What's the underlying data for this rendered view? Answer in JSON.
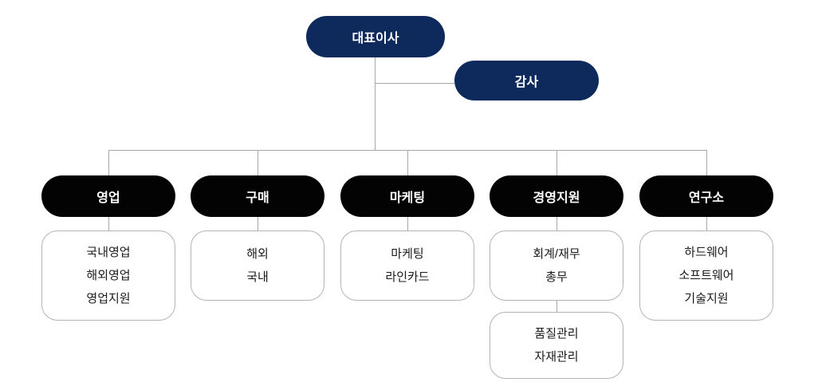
{
  "title": "organization-chart",
  "colors": {
    "navy_box": "#0e2a5c",
    "black_box": "#030303",
    "connector_line": "#a8a8a8",
    "sub_box_border": "#b3b3b3",
    "sub_box_text": "#1a1a1a",
    "background": "#ffffff"
  },
  "org": {
    "ceo": "대표이사",
    "auditor": "감사",
    "departments": [
      {
        "label": "영업",
        "items": [
          "국내영업",
          "해외영업",
          "영업지원"
        ]
      },
      {
        "label": "구매",
        "items": [
          "해외",
          "국내"
        ]
      },
      {
        "label": "마케팅",
        "items": [
          "마케팅",
          "라인카드"
        ]
      },
      {
        "label": "경영지원",
        "items": [
          "회계/재무",
          "총무"
        ],
        "sub_items": [
          "품질관리",
          "자재관리"
        ]
      },
      {
        "label": "연구소",
        "items": [
          "하드웨어",
          "소프트웨어",
          "기술지원"
        ]
      }
    ]
  }
}
